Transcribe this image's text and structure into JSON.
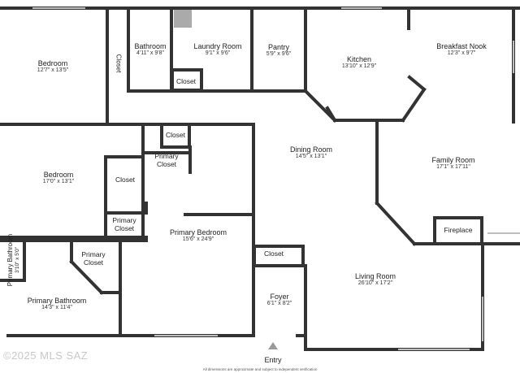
{
  "rooms": {
    "bedroom_1": {
      "name": "Bedroom",
      "dim": "12'7\" x 13'5\""
    },
    "bathroom": {
      "name": "Bathroom",
      "dim": "4'11\" x 9'8\""
    },
    "closet_bed1": {
      "name": "Closet"
    },
    "laundry": {
      "name": "Laundry Room",
      "dim": "9'1\" x 9'6\""
    },
    "closet_laundry": {
      "name": "Closet"
    },
    "pantry": {
      "name": "Pantry",
      "dim": "5'9\" x 9'6\""
    },
    "kitchen": {
      "name": "Kitchen",
      "dim": "13'10\" x 12'9\""
    },
    "breakfast_nook": {
      "name": "Breakfast Nook",
      "dim": "12'3\" x 9'7\""
    },
    "closet_hall": {
      "name": "Closet"
    },
    "primary_closet_top": {
      "name": "Primary Closet"
    },
    "dining": {
      "name": "Dining Room",
      "dim": "14'5\" x 13'1\""
    },
    "family": {
      "name": "Family Room",
      "dim": "17'1\" x 17'11\""
    },
    "bedroom_2": {
      "name": "Bedroom",
      "dim": "17'0\" x 13'1\""
    },
    "closet_bed2": {
      "name": "Closet"
    },
    "primary_closet_mid": {
      "name": "Primary Closet"
    },
    "primary_bedroom": {
      "name": "Primary Bedroom",
      "dim": "15'6\" x 24'9\""
    },
    "fireplace": {
      "name": "Fireplace"
    },
    "primary_bath_small": {
      "name": "Primary Bathroom",
      "dim": "3'10\" x 5'0\""
    },
    "primary_closet_bath": {
      "name": "Primary Closet"
    },
    "closet_foyer": {
      "name": "Closet"
    },
    "living": {
      "name": "Living Room",
      "dim": "26'10\" x 17'2\""
    },
    "primary_bathroom": {
      "name": "Primary Bathroom",
      "dim": "14'3\" x 11'4\""
    },
    "foyer": {
      "name": "Foyer",
      "dim": "6'1\" x 8'2\""
    }
  },
  "entry_label": "Entry",
  "watermark": "©2025 MLS SAZ",
  "disclaimer": "All dimensions are approximate and subject to independent verification",
  "colors": {
    "wall": "#333333",
    "entry_marker": "#9a9a9a",
    "window": "#bdbdbd"
  }
}
